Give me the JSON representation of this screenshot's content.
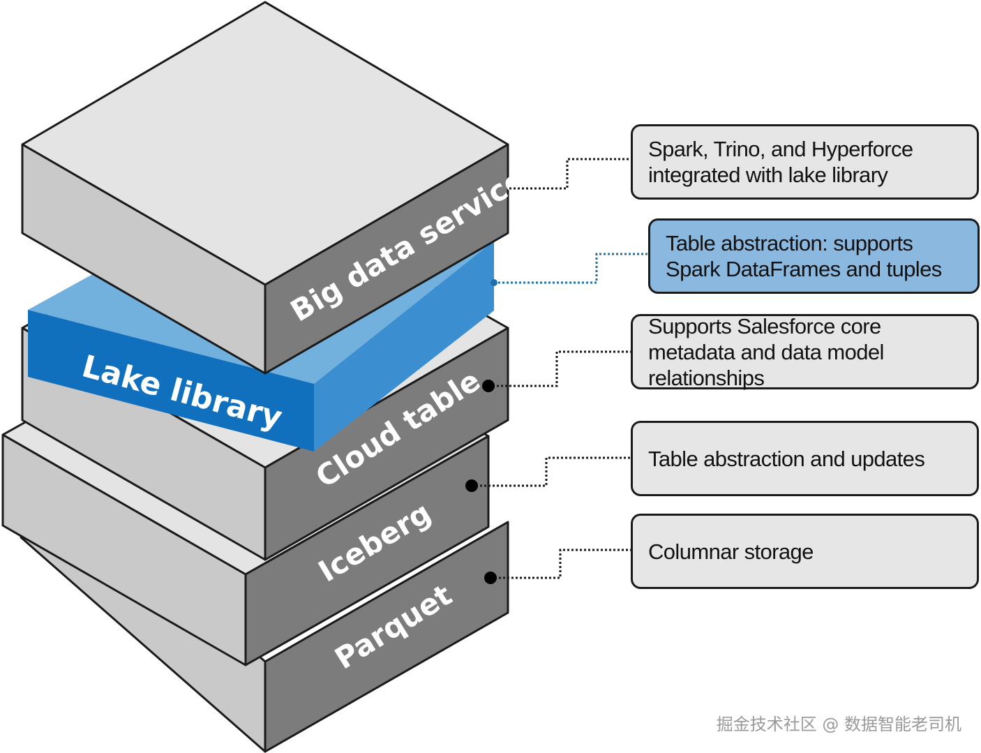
{
  "layers": {
    "big_data_service": "Big data service",
    "lake_library": "Lake library",
    "cloud_table": "Cloud table",
    "iceberg": "Iceberg",
    "parquet": "Parquet"
  },
  "callouts": {
    "big_data_service": "Spark, Trino, and Hyperforce integrated with lake library",
    "lake_library": "Table abstraction: supports Spark DataFrames and tuples",
    "cloud_table": "Supports Salesforce core metadata and data model relationships",
    "iceberg": "Table abstraction and updates",
    "parquet": "Columnar storage"
  },
  "watermark": "掘金技术社区 @ 数据智能老司机",
  "colors": {
    "top_face": "#e4e4e4",
    "left_face": "#c9c9c9",
    "right_face": "#7c7c7c",
    "lake_light": "#72b0de",
    "lake_mid": "#3b8ecf",
    "lake_dark": "#1070bd",
    "callout_gray": "#e6e6e6",
    "callout_blue": "#8bb8de",
    "outline": "#1a1a1a"
  }
}
